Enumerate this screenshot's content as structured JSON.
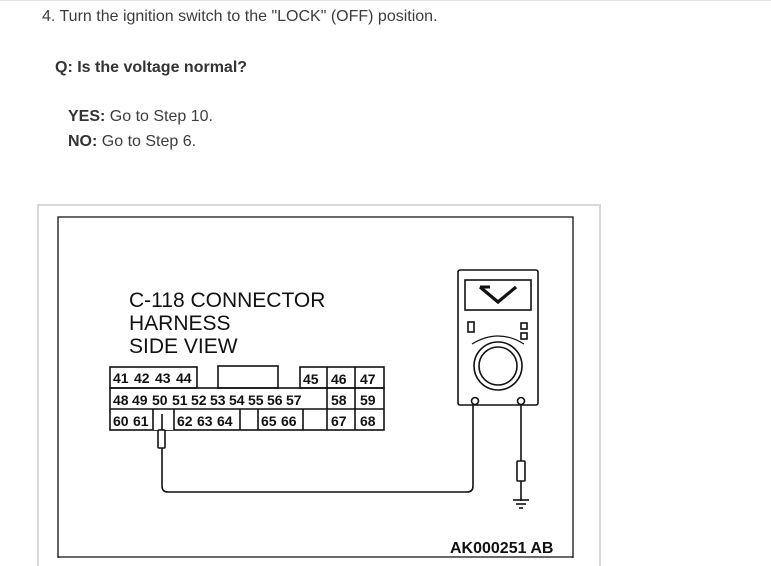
{
  "step_text": "4. Turn the ignition switch to the \"LOCK\" (OFF) position.",
  "question": "Q: Is the voltage normal?",
  "answers": [
    {
      "label": "YES:",
      "text": " Go to Step 10."
    },
    {
      "label": "NO:",
      "text": " Go to Step 6."
    }
  ],
  "figure": {
    "connector_title": [
      "C-118 CONNECTOR",
      "HARNESS",
      "SIDE VIEW"
    ],
    "pin_rows": [
      [
        "41",
        "42",
        "43",
        "44",
        "45",
        "46",
        "47"
      ],
      [
        "48",
        "49",
        "50",
        "51",
        "52",
        "53",
        "54",
        "55",
        "56",
        "57",
        "58",
        "59"
      ],
      [
        "60",
        "61",
        "62",
        "63",
        "64",
        "65",
        "66",
        "67",
        "68"
      ]
    ],
    "code": "AK000251 AB",
    "icons": [
      "voltmeter-icon",
      "ground-icon",
      "probe-icon"
    ]
  }
}
